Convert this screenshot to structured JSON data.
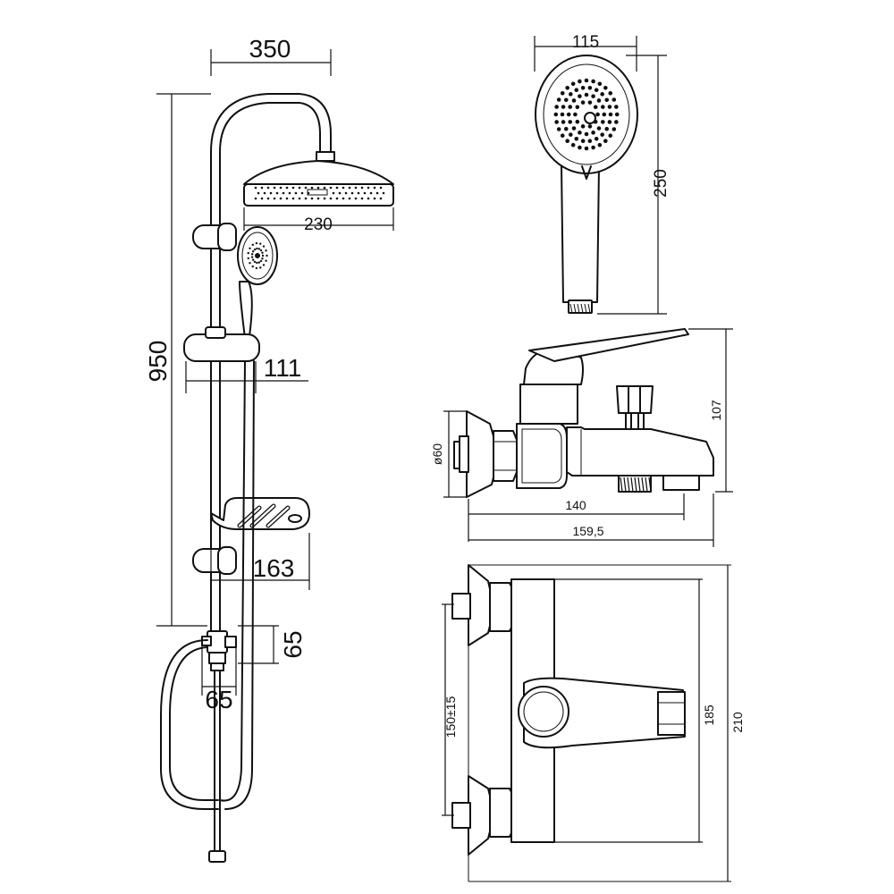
{
  "dimensions": {
    "shower_column": {
      "arm_length": "350",
      "overhead_diameter": "230",
      "total_height": "950",
      "handshower_holder_offset": "111",
      "soap_dish_depth": "163",
      "diverter_height": "65",
      "diverter_width": "65"
    },
    "hand_shower": {
      "head_width": "115",
      "length": "250"
    },
    "mixer_side": {
      "flange_diameter": "ø60",
      "height": "107",
      "depth": "140",
      "overall_depth": "159,5"
    },
    "mixer_top": {
      "inlet_spacing": "150±15",
      "body_width": "185",
      "overall_width": "210"
    }
  }
}
